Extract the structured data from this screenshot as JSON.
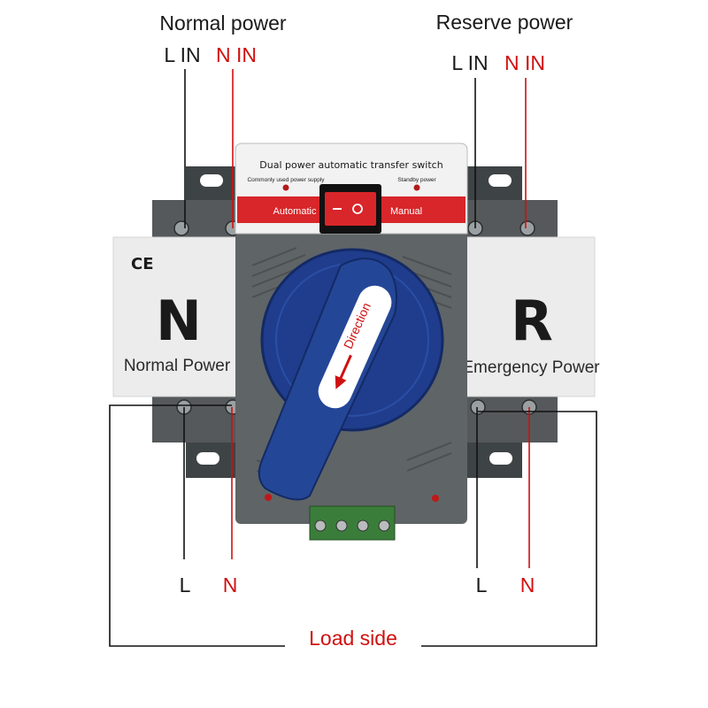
{
  "labels": {
    "normal_power": "Normal power",
    "reserve_power": "Reserve power",
    "l_in": "L IN",
    "n_in": "N IN",
    "l_out": "L",
    "n_out": "N",
    "load_side": "Load side"
  },
  "device": {
    "title": "Dual power automatic transfer switch",
    "indicator_common": "Commonly used power supply",
    "indicator_standby": "Standby power",
    "mode_automatic": "Automatic",
    "mode_manual": "Manual",
    "handle_text": "Direction",
    "ce_mark": "CE",
    "left_letter": "N",
    "left_caption": "Normal Power",
    "right_letter": "R",
    "right_caption": "Emergency Power"
  },
  "colors": {
    "wire_black": "#111111",
    "wire_red": "#d01010",
    "housing": "#5f6466",
    "handle": "#1f3d8c",
    "panel_red": "#d8262a"
  }
}
